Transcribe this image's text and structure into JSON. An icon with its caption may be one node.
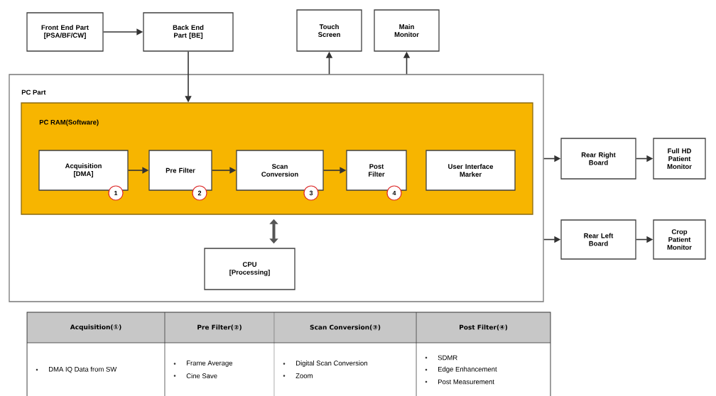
{
  "diagram": {
    "nodes": [
      {
        "text": [
          "Front End Part [PSA/BF/CW]"
        ]
      },
      {
        "text": [
          "Back End Part [BE]"
        ]
      },
      {
        "text": [
          "Touch Screen"
        ]
      },
      {
        "text": [
          "Main Monitor"
        ]
      },
      {
        "text": [
          "PC Part"
        ]
      },
      {
        "text": [
          "PC RAM(Software)"
        ],
        "in": 4
      },
      {
        "text": [
          "Acquisition [DMA]"
        ],
        "in": 5,
        "beside": [
          "1"
        ]
      },
      {
        "text": [
          "Pre Filter"
        ],
        "in": 5,
        "beside": [
          "2"
        ]
      },
      {
        "text": [
          "Scan Conversion"
        ],
        "in": 5,
        "beside": [
          "3"
        ]
      },
      {
        "text": [
          "Post Filter"
        ],
        "in": 5,
        "beside": [
          "4"
        ]
      },
      {
        "text": [
          "User Interface Marker"
        ],
        "in": 5
      },
      {
        "text": [
          "CPU [Processing]"
        ],
        "in": 4
      },
      {
        "text": [
          "Rear Right Board"
        ]
      },
      {
        "text": [
          "Full HD Patient Monitor"
        ]
      },
      {
        "text": [
          "Rear Left Board"
        ]
      },
      {
        "text": [
          "Crop Patient Monitor"
        ]
      }
    ],
    "edges": [
      {
        "from": 0,
        "to": 1,
        "arrow": "to"
      },
      {
        "from": 1,
        "to": 5,
        "arrow": "to"
      },
      {
        "from": 4,
        "to": 2,
        "arrow": "to"
      },
      {
        "from": 4,
        "to": 3,
        "arrow": "to"
      },
      {
        "from": 6,
        "to": 7,
        "arrow": "to"
      },
      {
        "from": 7,
        "to": 8,
        "arrow": "to"
      },
      {
        "from": 8,
        "to": 9,
        "arrow": "to"
      },
      {
        "from": 5,
        "to": 11,
        "arrow": "both",
        "style": "thick",
        "color": "#555555"
      },
      {
        "from": 4,
        "to": 12,
        "arrow": "to"
      },
      {
        "from": 12,
        "to": 13,
        "arrow": "to"
      },
      {
        "from": 4,
        "to": 14,
        "arrow": "to"
      },
      {
        "from": 14,
        "to": 15,
        "arrow": "to"
      }
    ],
    "labels": [
      "Acquisition(①)",
      "Pre Filter(②)",
      "Scan Conversion(③)",
      "Post Filter(④)",
      "DMA IQ Data from SW",
      "Frame Average",
      "Cine Save",
      "Digital Scan Conversion",
      "Zoom",
      "SDMR",
      "Edge Enhancement",
      "Post Measurement"
    ]
  }
}
